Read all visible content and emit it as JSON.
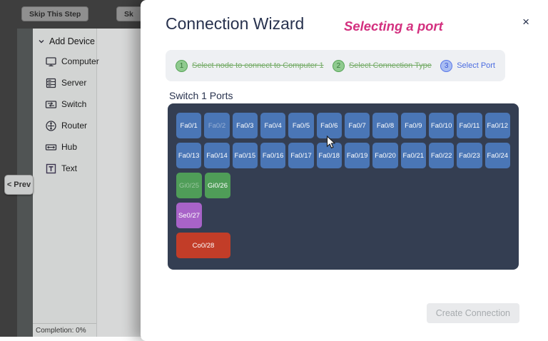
{
  "topbar": {
    "skip_step_label": "Skip This Step",
    "partial_button_label": "Sk"
  },
  "sidebar": {
    "header": "Add Device",
    "items": [
      {
        "label": "Computer",
        "icon": "computer-icon"
      },
      {
        "label": "Server",
        "icon": "server-icon"
      },
      {
        "label": "Switch",
        "icon": "switch-icon"
      },
      {
        "label": "Router",
        "icon": "router-icon"
      },
      {
        "label": "Hub",
        "icon": "hub-icon"
      },
      {
        "label": "Text",
        "icon": "text-icon"
      }
    ],
    "completion": "Completion: 0%"
  },
  "prev_button": "< Prev",
  "modal": {
    "title": "Connection Wizard",
    "subtitle": "Selecting a port",
    "close_label": "×",
    "steps": [
      {
        "number": "1",
        "label": "Select node to connect to Computer 1",
        "state": "done"
      },
      {
        "number": "2",
        "label": "Select Connection Type",
        "state": "done"
      },
      {
        "number": "3",
        "label": "Select Port",
        "state": "active"
      }
    ],
    "ports_title": "Switch 1 Ports",
    "port_rows": [
      [
        {
          "id": "Fa0/1",
          "type": "fa"
        },
        {
          "id": "Fa0/2",
          "type": "fa",
          "disabled": true
        },
        {
          "id": "Fa0/3",
          "type": "fa"
        },
        {
          "id": "Fa0/4",
          "type": "fa"
        },
        {
          "id": "Fa0/5",
          "type": "fa"
        },
        {
          "id": "Fa0/6",
          "type": "fa"
        },
        {
          "id": "Fa0/7",
          "type": "fa"
        },
        {
          "id": "Fa0/8",
          "type": "fa"
        },
        {
          "id": "Fa0/9",
          "type": "fa"
        },
        {
          "id": "Fa0/10",
          "type": "fa"
        },
        {
          "id": "Fa0/11",
          "type": "fa"
        },
        {
          "id": "Fa0/12",
          "type": "fa"
        }
      ],
      [
        {
          "id": "Fa0/13",
          "type": "fa"
        },
        {
          "id": "Fa0/14",
          "type": "fa"
        },
        {
          "id": "Fa0/15",
          "type": "fa"
        },
        {
          "id": "Fa0/16",
          "type": "fa"
        },
        {
          "id": "Fa0/17",
          "type": "fa"
        },
        {
          "id": "Fa0/18",
          "type": "fa"
        },
        {
          "id": "Fa0/19",
          "type": "fa"
        },
        {
          "id": "Fa0/20",
          "type": "fa"
        },
        {
          "id": "Fa0/21",
          "type": "fa"
        },
        {
          "id": "Fa0/22",
          "type": "fa"
        },
        {
          "id": "Fa0/23",
          "type": "fa"
        },
        {
          "id": "Fa0/24",
          "type": "fa"
        }
      ],
      [
        {
          "id": "Gi0/25",
          "type": "gi",
          "disabled": true
        },
        {
          "id": "Gi0/26",
          "type": "gi"
        }
      ],
      [
        {
          "id": "Se0/27",
          "type": "se"
        }
      ],
      [
        {
          "id": "Co0/28",
          "type": "co",
          "wide": true
        }
      ]
    ],
    "create_button": "Create Connection"
  },
  "colors": {
    "accent_pink": "#d3307f",
    "port_fastethernet": "#4a76b6",
    "port_gigabit": "#4f9d58",
    "port_serial": "#a863c8",
    "port_console": "#c23d28",
    "panel_dark": "#343e52",
    "step_done_green": "#74ab66",
    "step_active_blue": "#4b6ce0"
  }
}
